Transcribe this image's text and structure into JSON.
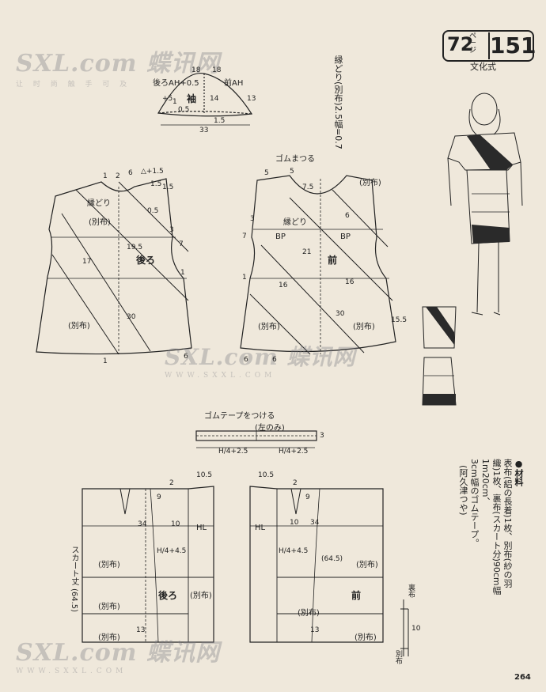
{
  "header": {
    "page_ref": "72",
    "page_ref_unit": "ページ",
    "style_number": "151",
    "publisher_label": "文化式"
  },
  "watermark": {
    "brand": "SXL.com 蝶讯网",
    "tagline": "让 时 尚 触 手 可 及",
    "url": "WWW.SXXL.COM"
  },
  "sleeve": {
    "title": "袖",
    "labels": {
      "back_ah": "後ろAH+0.5",
      "front_ah": "前AH",
      "t1": "18",
      "t2": "18",
      "m1": "+5",
      "ease": "14",
      "h": "1",
      "w05": "0.5",
      "w15": "1.5",
      "w13": "13",
      "width": "33"
    }
  },
  "bias_note": "縁どり(別布)2.5幅=0.7",
  "neck_note": "ゴムまつる",
  "bodice_back": {
    "title": "後ろ",
    "binding": "縁どり",
    "contrast": [
      "(別布)",
      "(別布)"
    ],
    "nums": [
      "1",
      "2",
      "6",
      "△+1.5",
      "1.5",
      "1.5",
      "0.5",
      "3",
      "7",
      "19.5",
      "17",
      "1",
      "30",
      "1",
      "6"
    ]
  },
  "bodice_front": {
    "title": "前",
    "binding": "縁どり",
    "bp": "BP",
    "contrast": [
      "(別布)",
      "(別布)",
      "(別布)"
    ],
    "nums": [
      "5",
      "5",
      "7.5",
      "6",
      "3",
      "7",
      "21",
      "16",
      "16",
      "1",
      "30",
      "15.5",
      "6",
      "6"
    ]
  },
  "waistband": {
    "note": "ゴムテープをつける",
    "left_only": "(左のみ)",
    "dim_a": "H/4+2.5",
    "dim_b": "H/4+2.5",
    "end": "3"
  },
  "skirt_back": {
    "title": "後ろ",
    "length_label": "スカート丈",
    "length_value": "(64.5)",
    "hl": "HL",
    "top": "10.5",
    "dart": "2",
    "d9": "9",
    "d34": "34",
    "d10": "10",
    "hip": "H/4+4.5",
    "d13": "13",
    "contrast": [
      "(別布)",
      "(別布)",
      "(別布)",
      "(別布)"
    ]
  },
  "skirt_front": {
    "title": "前",
    "hl": "HL",
    "top": "10.5",
    "dart": "2",
    "d9": "9",
    "d10": "10",
    "d34": "34",
    "hip": "H/4+4.5",
    "len": "(64.5)",
    "d13": "13",
    "contrast": [
      "(別布)",
      "(別布)",
      "(別布)"
    ]
  },
  "hem_detail": {
    "lining": "裏布",
    "contrast": "別布",
    "v": "10"
  },
  "materials": {
    "heading": "●材料",
    "lines": [
      "表布(絽の長着)1枚、別布(紗の羽",
      "織)1枚、裏布(スカート分)90cm幅1m20cm、",
      "3cm幅のゴムテープ。",
      "(阿久津つや)"
    ]
  },
  "page_number": "264"
}
